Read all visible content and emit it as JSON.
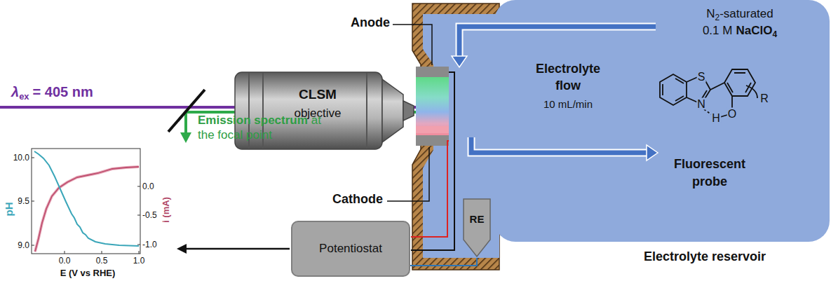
{
  "diagram": {
    "nodes": [
      {
        "text": [
          "CLSM",
          "objective"
        ]
      },
      {
        "text": [
          "Potentiostat"
        ]
      },
      {
        "text": [
          "RE"
        ]
      },
      {
        "text": [
          "N",
          "2",
          "-saturated",
          "0.1 M",
          "NaClO",
          "4",
          "Fluorescent probe",
          "Electrolyte reservoir"
        ]
      }
    ],
    "edges": [
      {
        "from": 1,
        "to": 2,
        "arrow": "none"
      }
    ],
    "labels": [
      "λ",
      "ex",
      "= 405 nm",
      "Emission spectrum",
      "at the focal point",
      "Anode",
      "Cathode",
      "Electrolyte flow",
      "10 mL/min",
      "S",
      "N",
      "H",
      "O",
      "R",
      "pH",
      "10.0",
      "9.5",
      "9.0",
      "i (mA)",
      "0.0",
      "-0.5",
      "-1.0",
      "0.0",
      "0.5",
      "1.0",
      "E (V vs RHE)"
    ]
  }
}
